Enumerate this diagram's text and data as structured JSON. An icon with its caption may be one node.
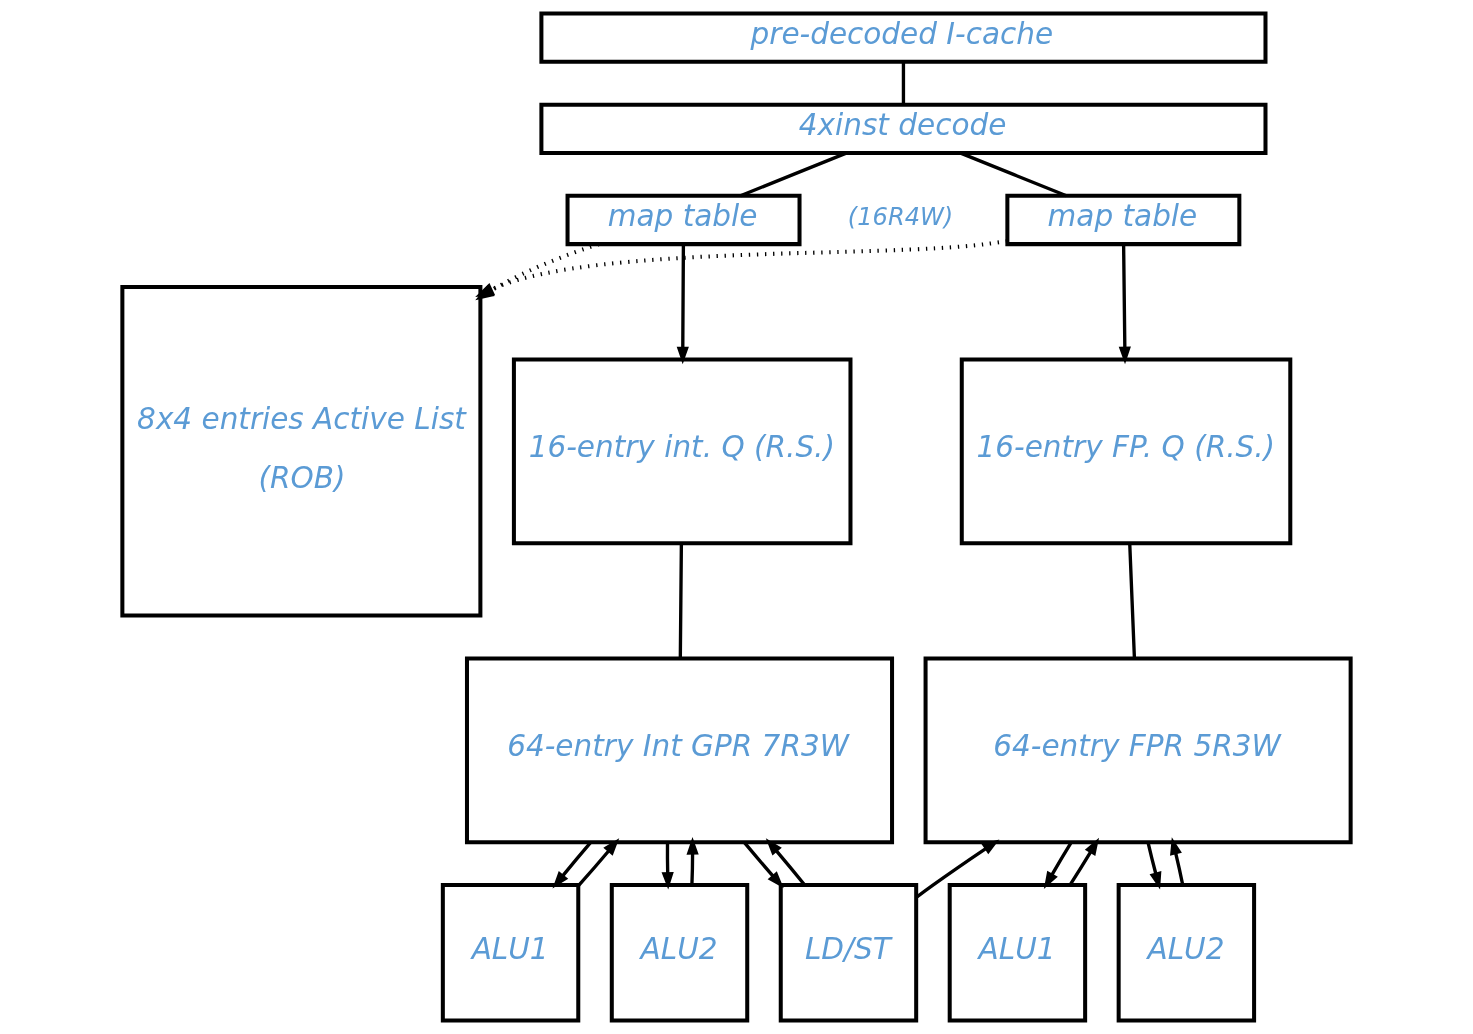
{
  "diagram": {
    "nodes": [
      {
        "text": [
          "pre-decoded I-cache"
        ]
      },
      {
        "text": [
          "4xinst decode"
        ]
      },
      {
        "text": [
          "map table"
        ],
        "beside": [
          "(16R4W)"
        ]
      },
      {
        "text": [
          "map table"
        ]
      },
      {
        "text": [
          "8x4 entries Active List",
          "(ROB)"
        ]
      },
      {
        "text": [
          "16-entry int. Q (R.S.)"
        ]
      },
      {
        "text": [
          "16-entry FP. Q (R.S.)"
        ]
      },
      {
        "text": [
          "64-entry Int GPR 7R3W"
        ]
      },
      {
        "text": [
          "64-entry FPR 5R3W"
        ]
      },
      {
        "text": [
          "ALU1"
        ]
      },
      {
        "text": [
          "ALU2"
        ]
      },
      {
        "text": [
          "LD/ST"
        ]
      },
      {
        "text": [
          "ALU1"
        ]
      },
      {
        "text": [
          "ALU2"
        ]
      }
    ],
    "edges": [
      {
        "from": 0,
        "to": 1,
        "arrow": "none"
      },
      {
        "from": 1,
        "to": 2,
        "arrow": "none"
      },
      {
        "from": 1,
        "to": 3,
        "arrow": "none"
      },
      {
        "from": 2,
        "to": 5,
        "arrow": "to"
      },
      {
        "from": 3,
        "to": 6,
        "arrow": "to"
      },
      {
        "from": 2,
        "to": 4,
        "arrow": "to",
        "style": "dashed"
      },
      {
        "from": 3,
        "to": 4,
        "arrow": "to",
        "style": "dashed"
      },
      {
        "from": 5,
        "to": 7,
        "arrow": "none"
      },
      {
        "from": 6,
        "to": 8,
        "arrow": "none"
      },
      {
        "from": 9,
        "to": 7,
        "arrow": "to"
      },
      {
        "from": 7,
        "to": 9,
        "arrow": "to"
      },
      {
        "from": 10,
        "to": 7,
        "arrow": "to"
      },
      {
        "from": 7,
        "to": 10,
        "arrow": "to"
      },
      {
        "from": 11,
        "to": 7,
        "arrow": "to"
      },
      {
        "from": 7,
        "to": 11,
        "arrow": "to"
      },
      {
        "from": 11,
        "to": 8,
        "arrow": "to"
      },
      {
        "from": 12,
        "to": 8,
        "arrow": "to"
      },
      {
        "from": 8,
        "to": 12,
        "arrow": "to"
      },
      {
        "from": 13,
        "to": 8,
        "arrow": "to"
      },
      {
        "from": 8,
        "to": 13,
        "arrow": "to"
      }
    ]
  }
}
